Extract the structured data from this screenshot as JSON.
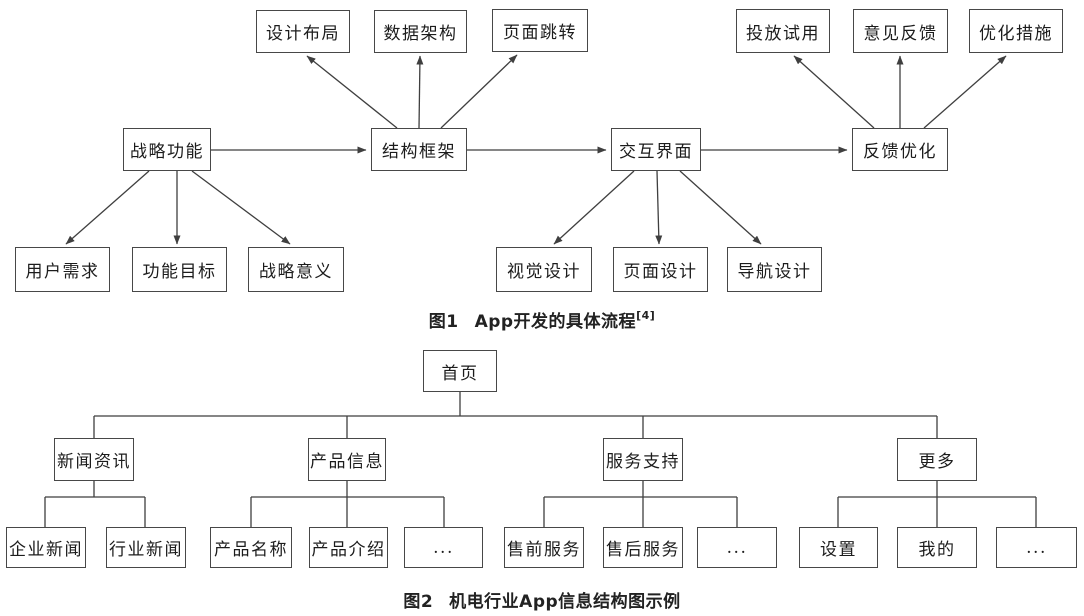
{
  "colors": {
    "background": "#ffffff",
    "box_border": "#474747",
    "line": "#3f3f3f",
    "text": "#1c1c1c"
  },
  "figure1": {
    "caption": {
      "prefix": "图1",
      "title": "App开发的具体流程",
      "superscript": "[4]"
    },
    "nodes": [
      {
        "id": "strategy-function",
        "label": "战略功能"
      },
      {
        "id": "structure-framework",
        "label": "结构框架"
      },
      {
        "id": "interaction-interface",
        "label": "交互界面"
      },
      {
        "id": "feedback-optimization",
        "label": "反馈优化"
      },
      {
        "id": "design-layout",
        "label": "设计布局"
      },
      {
        "id": "data-architecture",
        "label": "数据架构"
      },
      {
        "id": "page-jump",
        "label": "页面跳转"
      },
      {
        "id": "launch-trial",
        "label": "投放试用"
      },
      {
        "id": "opinion-feedback",
        "label": "意见反馈"
      },
      {
        "id": "optimization-measures",
        "label": "优化措施"
      },
      {
        "id": "user-needs",
        "label": "用户需求"
      },
      {
        "id": "function-goals",
        "label": "功能目标"
      },
      {
        "id": "strategic-significance",
        "label": "战略意义"
      },
      {
        "id": "visual-design",
        "label": "视觉设计"
      },
      {
        "id": "page-design",
        "label": "页面设计"
      },
      {
        "id": "navigation-design",
        "label": "导航设计"
      }
    ]
  },
  "figure2": {
    "caption": {
      "prefix": "图2",
      "title": "机电行业App信息结构图示例"
    },
    "nodes": [
      {
        "id": "home",
        "label": "首页"
      },
      {
        "id": "news-info",
        "label": "新闻资讯"
      },
      {
        "id": "product-info",
        "label": "产品信息"
      },
      {
        "id": "service-support",
        "label": "服务支持"
      },
      {
        "id": "more",
        "label": "更多"
      },
      {
        "id": "company-news",
        "label": "企业新闻"
      },
      {
        "id": "industry-news",
        "label": "行业新闻"
      },
      {
        "id": "product-name",
        "label": "产品名称"
      },
      {
        "id": "product-intro",
        "label": "产品介绍"
      },
      {
        "id": "product-ellipsis",
        "label": "..."
      },
      {
        "id": "presale-service",
        "label": "售前服务"
      },
      {
        "id": "aftersale-service",
        "label": "售后服务"
      },
      {
        "id": "service-ellipsis",
        "label": "..."
      },
      {
        "id": "settings",
        "label": "设置"
      },
      {
        "id": "mine",
        "label": "我的"
      },
      {
        "id": "more-ellipsis",
        "label": "..."
      }
    ]
  }
}
